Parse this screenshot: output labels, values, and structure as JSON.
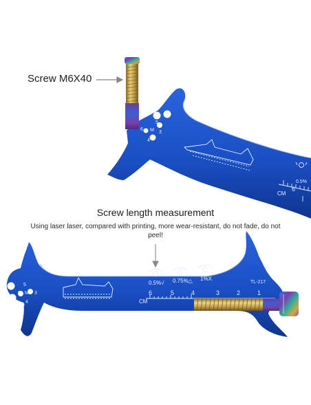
{
  "callout": {
    "label": "Screw M6X40"
  },
  "section": {
    "title": "Screw length measurement",
    "description": "Using laser laser, compared with printing, more wear-resistant, do not fade, do not peel!"
  },
  "tool_top": {
    "hole_labels": [
      "5",
      "6",
      "M",
      "3",
      "4"
    ],
    "wear_label": "0.5%",
    "scale_unit": "CM",
    "scale_number": "6"
  },
  "tool_bottom": {
    "hole_labels": [
      "5",
      "6",
      "M",
      "3",
      "4"
    ],
    "wear_labels": [
      "0.5%√",
      "0.75%△",
      "1%X"
    ],
    "model": "TL-217",
    "scale_unit": "CM",
    "scale_numbers": [
      "6",
      "5",
      "4",
      "3",
      "2",
      "1"
    ]
  },
  "colors": {
    "tool_blue": "#1a4fc4",
    "tool_blue_dark": "#0f358f",
    "screw_gold": "#c9a64a",
    "screw_purple": "#6a3fa0",
    "engraving": "#e6eeff"
  }
}
